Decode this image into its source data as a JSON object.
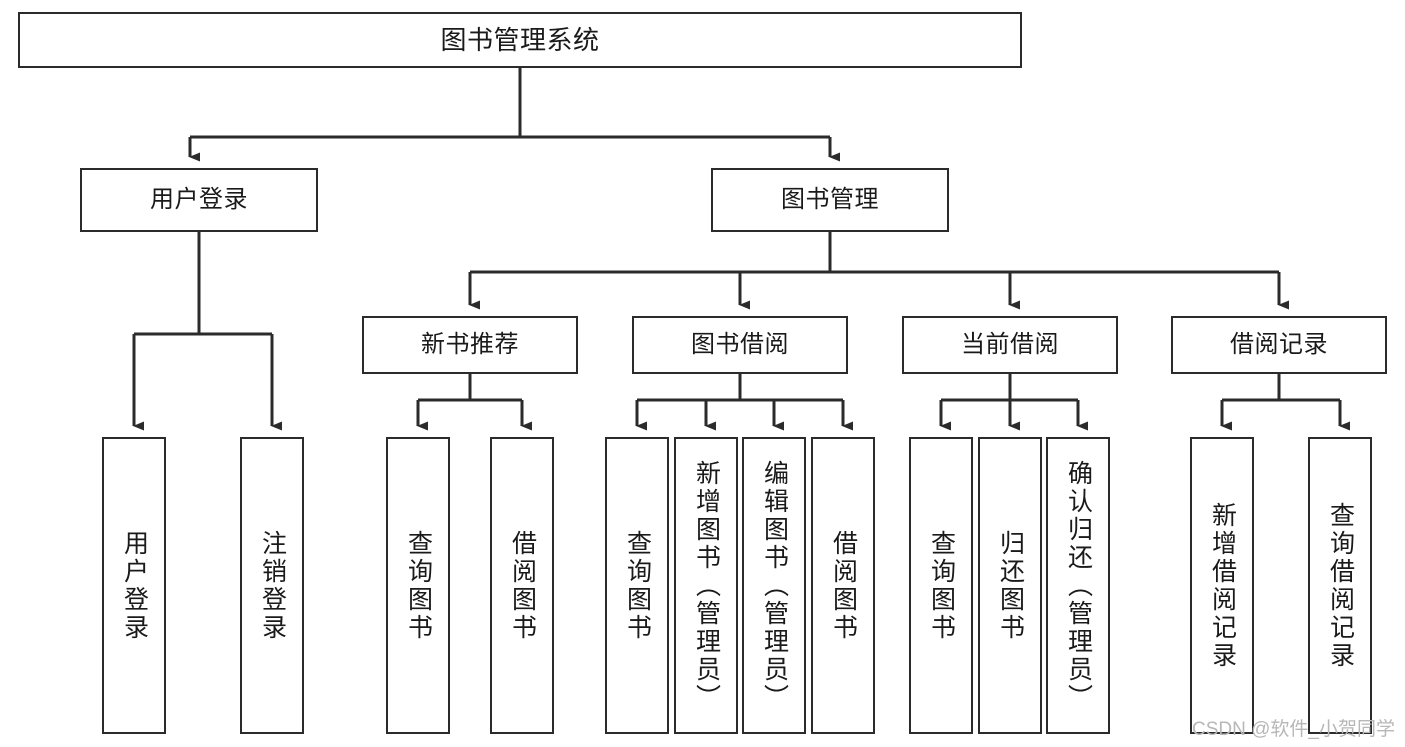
{
  "diagram": {
    "title": "图书管理系统",
    "type": "tree-hierarchy-diagram",
    "colors": {
      "box_border": "#2b2b2b",
      "box_fill": "#ffffff",
      "edge": "#2b2b2b",
      "text": "#1a1a1a",
      "watermark": "#b7b7b7",
      "background": "#ffffff"
    },
    "watermark": "CSDN @软件_小贺同学"
  },
  "nodes": {
    "root": {
      "label": "图书管理系统",
      "level": 1,
      "orientation": "horizontal"
    },
    "l2": [
      {
        "id": "user-login",
        "label": "用户登录",
        "level": 2,
        "orientation": "horizontal"
      },
      {
        "id": "book-manage",
        "label": "图书管理",
        "level": 2,
        "orientation": "horizontal"
      }
    ],
    "l3": [
      {
        "id": "new-book-recommend",
        "label": "新书推荐",
        "level": 3,
        "orientation": "horizontal"
      },
      {
        "id": "book-borrow",
        "label": "图书借阅",
        "level": 3,
        "orientation": "horizontal"
      },
      {
        "id": "current-borrow",
        "label": "当前借阅",
        "level": 3,
        "orientation": "horizontal"
      },
      {
        "id": "borrow-record",
        "label": "借阅记录",
        "level": 3,
        "orientation": "horizontal"
      }
    ],
    "leaves": [
      {
        "id": "leaf-user-login",
        "label": "用户登录",
        "parent": "user-login",
        "orientation": "vertical"
      },
      {
        "id": "leaf-logout-login",
        "label": "注销登录",
        "parent": "user-login",
        "orientation": "vertical"
      },
      {
        "id": "leaf-query-book-1",
        "label": "查询图书",
        "parent": "new-book-recommend",
        "orientation": "vertical"
      },
      {
        "id": "leaf-borrow-book-1",
        "label": "借阅图书",
        "parent": "new-book-recommend",
        "orientation": "vertical"
      },
      {
        "id": "leaf-query-book-2",
        "label": "查询图书",
        "parent": "book-borrow",
        "orientation": "vertical"
      },
      {
        "id": "leaf-add-book",
        "label": "新增图书（管理员）",
        "parent": "book-borrow",
        "orientation": "vertical"
      },
      {
        "id": "leaf-edit-book",
        "label": "编辑图书（管理员）",
        "parent": "book-borrow",
        "orientation": "vertical"
      },
      {
        "id": "leaf-borrow-book-2",
        "label": "借阅图书",
        "parent": "book-borrow",
        "orientation": "vertical"
      },
      {
        "id": "leaf-query-book-3",
        "label": "查询图书",
        "parent": "current-borrow",
        "orientation": "vertical"
      },
      {
        "id": "leaf-return-book",
        "label": "归还图书",
        "parent": "current-borrow",
        "orientation": "vertical"
      },
      {
        "id": "leaf-confirm-return",
        "label": "确认归还（管理员）",
        "parent": "current-borrow",
        "orientation": "vertical"
      },
      {
        "id": "leaf-add-record",
        "label": "新增借阅记录",
        "parent": "borrow-record",
        "orientation": "vertical"
      },
      {
        "id": "leaf-query-record",
        "label": "查询借阅记录",
        "parent": "borrow-record",
        "orientation": "vertical"
      }
    ]
  }
}
